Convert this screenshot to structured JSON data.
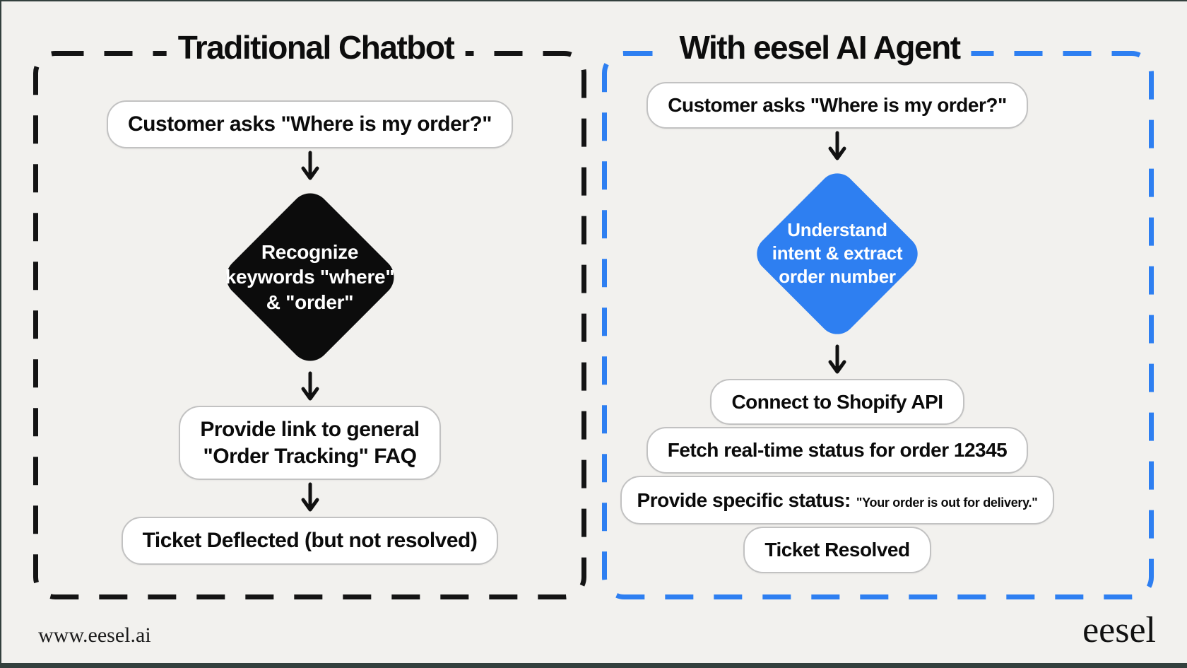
{
  "colors": {
    "background": "#f2f1ee",
    "edge": "#33403d",
    "panel_black": "#141414",
    "panel_blue": "#2e7ff1",
    "diamond_black": "#0c0c0c",
    "box_border": "#c2c2c2"
  },
  "left": {
    "title": "Traditional Chatbot",
    "box1": "Customer asks \"Where is my order?\"",
    "diamond": {
      "line1": "Recognize",
      "line2": "keywords \"where\"",
      "line3": "& \"order\""
    },
    "box2_line1": "Provide link to general",
    "box2_line2": "\"Order Tracking\" FAQ",
    "box3": "Ticket Deflected (but not resolved)"
  },
  "right": {
    "title": "With eesel AI Agent",
    "box1": "Customer asks \"Where is my order?\"",
    "diamond": {
      "line1": "Understand",
      "line2": "intent & extract",
      "line3": "order number"
    },
    "box2": "Connect to Shopify API",
    "box3": "Fetch real-time status for order 12345",
    "box4_main": "Provide specific status:",
    "box4_quote": "\"Your order is out for delivery.\"",
    "box5": "Ticket Resolved"
  },
  "footer": {
    "url": "www.eesel.ai",
    "brand": "eesel"
  }
}
